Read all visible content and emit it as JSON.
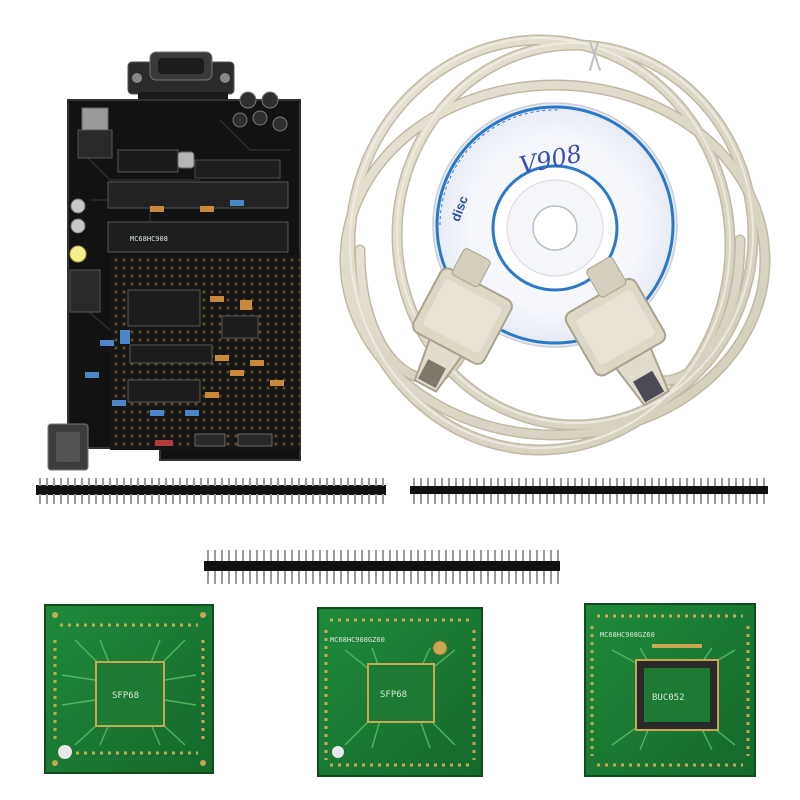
{
  "photo": {
    "cd_text": "V908",
    "cd_label": "disc",
    "adapter_left_chip": "SFP68",
    "adapter_mid_header": "MC68HC908GZ60",
    "adapter_mid_chip": "SFP68",
    "adapter_right_header": "MC68HC908GZ60",
    "adapter_right_chip": "BUC052",
    "board_chip_1": "MC68HC908"
  }
}
